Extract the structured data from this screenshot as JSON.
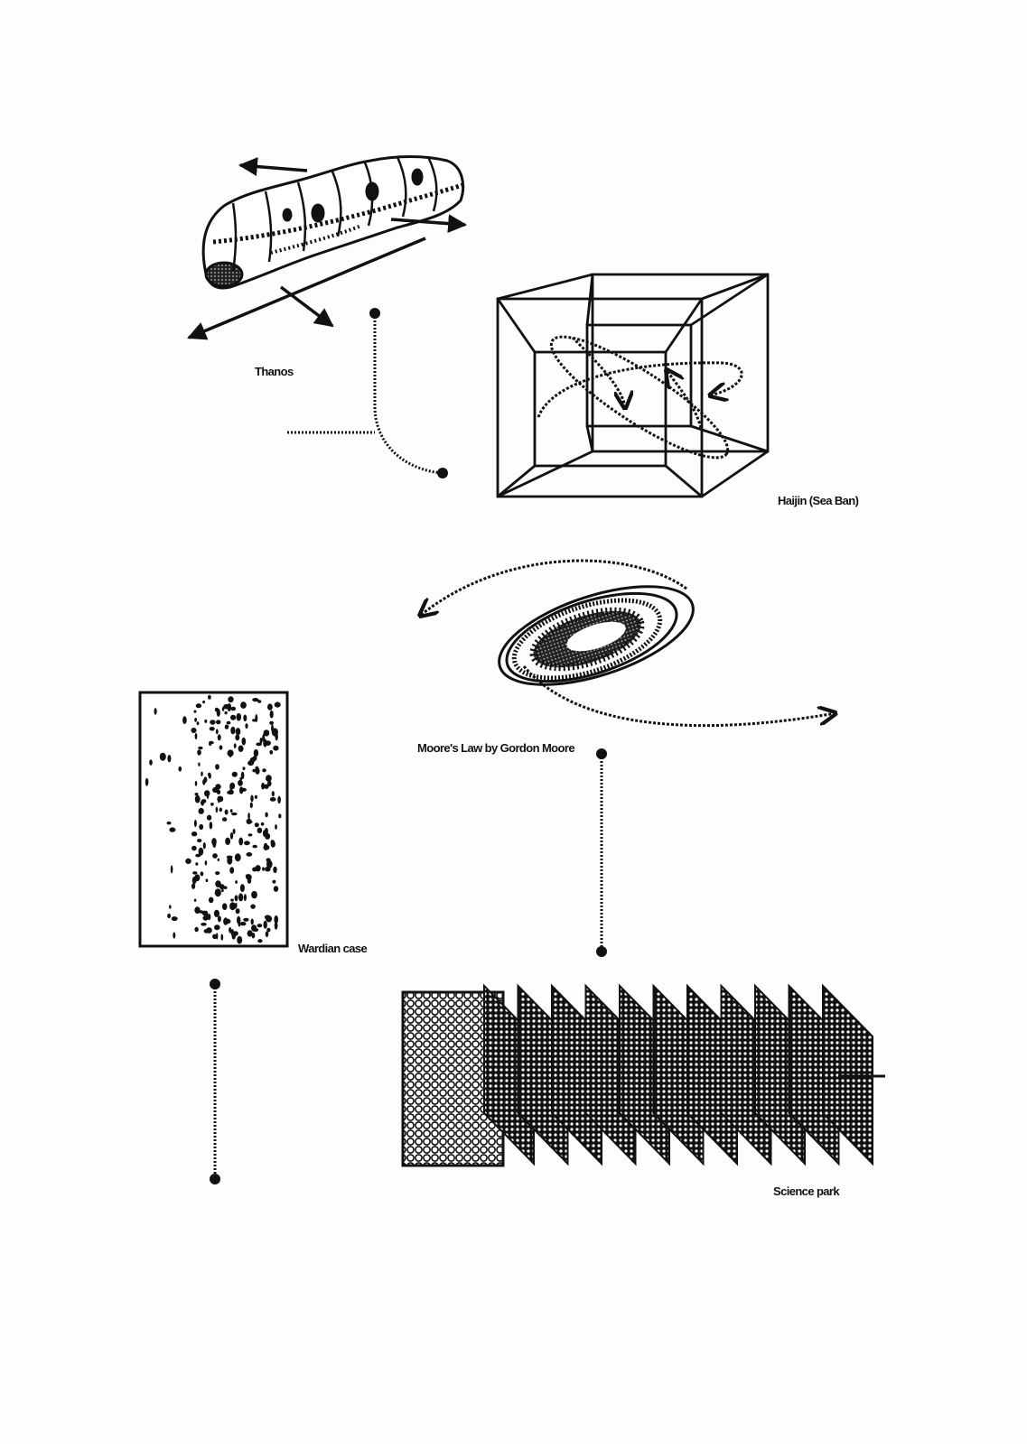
{
  "labels": {
    "thanos": "Thanos",
    "haijin": "Haijin (Sea Ban)",
    "moore": "Moore's Law by Gordon Moore",
    "wardian": "Wardian case",
    "science_park": "Science park"
  },
  "colors": {
    "ink": "#111111",
    "paper": "#fdfdfd"
  },
  "icons": {
    "thanos": "caterpillar-drawing",
    "haijin": "nested-wireframe-cube",
    "moore": "spiral-orbit",
    "wardian": "speckled-rectangle",
    "science_park": "stacked-panels"
  }
}
